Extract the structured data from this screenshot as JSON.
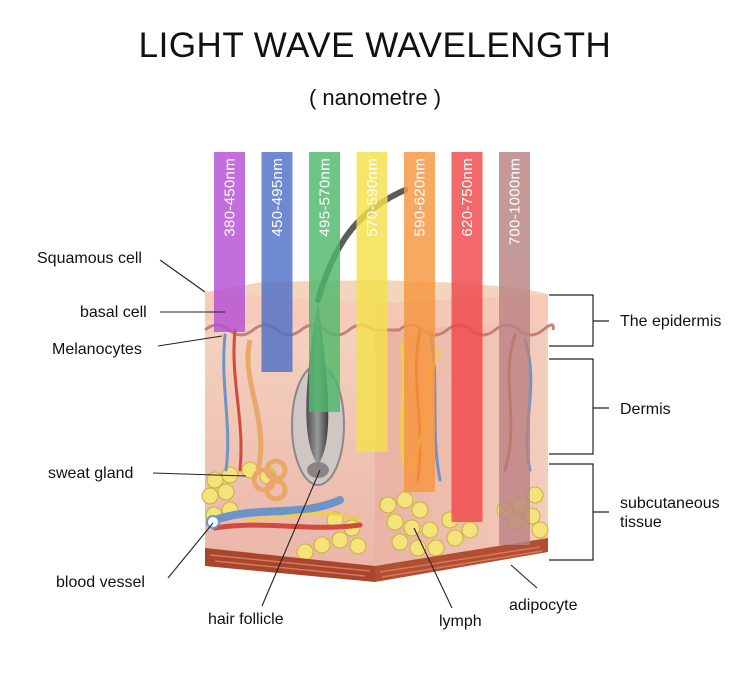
{
  "title": "LIGHT WAVE WAVELENGTH",
  "subtitle": "( nanometre )",
  "wavelength_bands": [
    {
      "label": "380-450nm",
      "color": "#b44fd6"
    },
    {
      "label": "450-495nm",
      "color": "#4f6fc8"
    },
    {
      "label": "495-570nm",
      "color": "#4fb86a"
    },
    {
      "label": "570-590nm",
      "color": "#f3e04a"
    },
    {
      "label": "590-620nm",
      "color": "#f7963e"
    },
    {
      "label": "620-750nm",
      "color": "#f0474a"
    },
    {
      "label": "700-1000nm",
      "color": "#b98282"
    }
  ],
  "left_labels": {
    "squamous_cell": "Squamous cell",
    "basal_cell": "basal cell",
    "melanocytes": "Melanocytes",
    "sweat_gland": "sweat gland",
    "blood_vessel": "blood vessel"
  },
  "bottom_labels": {
    "hair_follicle": "hair follicle",
    "lymph": "lymph",
    "adipocyte": "adipocyte"
  },
  "right_labels": {
    "epidermis": "The epidermis",
    "dermis": "Dermis",
    "subcutaneous": "subcutaneous tissue"
  }
}
